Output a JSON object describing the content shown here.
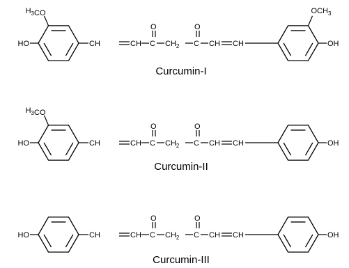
{
  "molecules": [
    {
      "name": "Curcumin-I",
      "left_ring": {
        "top": "H3CO",
        "side": "HO"
      },
      "right_ring": {
        "top": "OCH3",
        "side": "OH"
      }
    },
    {
      "name": "Curcumin-II",
      "left_ring": {
        "top": "H3CO",
        "side": "HO"
      },
      "right_ring": {
        "top": "",
        "side": "OH"
      }
    },
    {
      "name": "Curcumin-III",
      "left_ring": {
        "top": "",
        "side": "HO"
      },
      "right_ring": {
        "top": "",
        "side": "OH"
      }
    }
  ],
  "chain": {
    "ch": "CH",
    "c": "C",
    "o": "O",
    "ch2": "CH2"
  }
}
